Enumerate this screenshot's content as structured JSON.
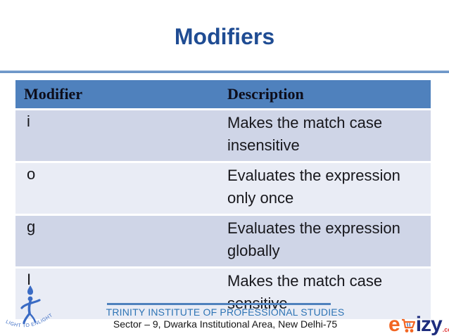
{
  "slide": {
    "title": "Modifiers"
  },
  "table": {
    "headers": [
      "Modifier",
      "Description"
    ],
    "rows": [
      {
        "modifier": "i",
        "description": "Makes the match case\ninsensitive"
      },
      {
        "modifier": "o",
        "description": "Evaluates the expression\nonly once"
      },
      {
        "modifier": "g",
        "description": "Evaluates the expression\nglobally"
      },
      {
        "modifier": "I",
        "description": "Makes the match case\nsensitive"
      }
    ]
  },
  "footer": {
    "institute": "TRINITY INSTITUTE OF PROFESSIONAL STUDIES",
    "address": "Sector – 9, Dwarka Institutional Area, New Delhi-75",
    "left_logo_motto": "LIGHT TO ENLIGHTEN",
    "right_logo": {
      "prefix": "e",
      "suffix": "izy",
      "tld": ".com"
    }
  },
  "colors": {
    "title": "#1f4c93",
    "title_rule": "#6d96c8",
    "table_header_bg": "#4f81bd",
    "band_dark": "#cfd5e7",
    "band_light": "#e9ecf5",
    "footer_blue": "#2e74b5",
    "trinity_blue": "#3a6bc4",
    "ebizy_orange": "#f26522",
    "ebizy_navy": "#1e2d7d",
    "ebizy_red": "#e03333"
  }
}
